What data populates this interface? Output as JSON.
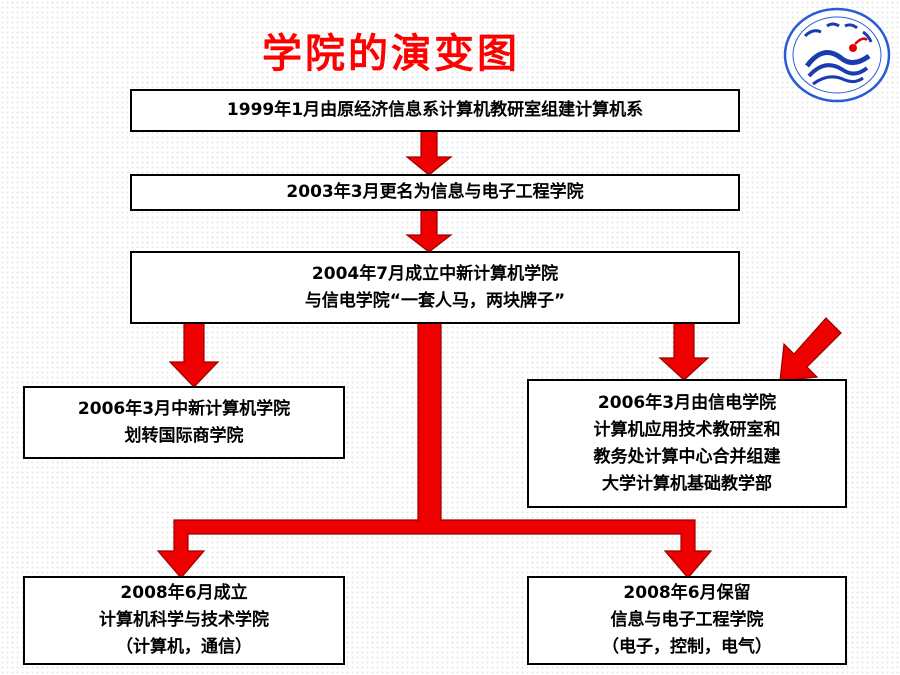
{
  "title": "学院的演变图",
  "boxes": {
    "b1999": {
      "lines": [
        "1999年1月由原经济信息系计算机教研室组建计算机系"
      ]
    },
    "b2003": {
      "lines": [
        "2003年3月更名为信息与电子工程学院"
      ]
    },
    "b2004": {
      "lines": [
        "2004年7月成立中新计算机学院",
        "与信电学院“一套人马，两块牌子”"
      ]
    },
    "b2006a": {
      "lines": [
        "2006年3月中新计算机学院",
        "划转国际商学院"
      ]
    },
    "b2006b": {
      "lines": [
        "2006年3月由信电学院",
        "计算机应用技术教研室和",
        "教务处计算中心合并组建",
        "大学计算机基础教学部"
      ]
    },
    "b2008a": {
      "lines": [
        "2008年6月成立",
        "计算机科学与技术学院",
        "（计算机，通信）"
      ]
    },
    "b2008b": {
      "lines": [
        "2008年6月保留",
        "信息与电子工程学院",
        "（电子，控制，电气）"
      ]
    }
  },
  "colors": {
    "title": "#ff0000",
    "arrow": "#ee0000",
    "arrow_edge": "#990000",
    "logo_ring": "#2a5bd7",
    "logo_wave": "#1a3cb0",
    "logo_accent": "#e30000"
  },
  "icons": {
    "logo": "university-seal-icon"
  }
}
